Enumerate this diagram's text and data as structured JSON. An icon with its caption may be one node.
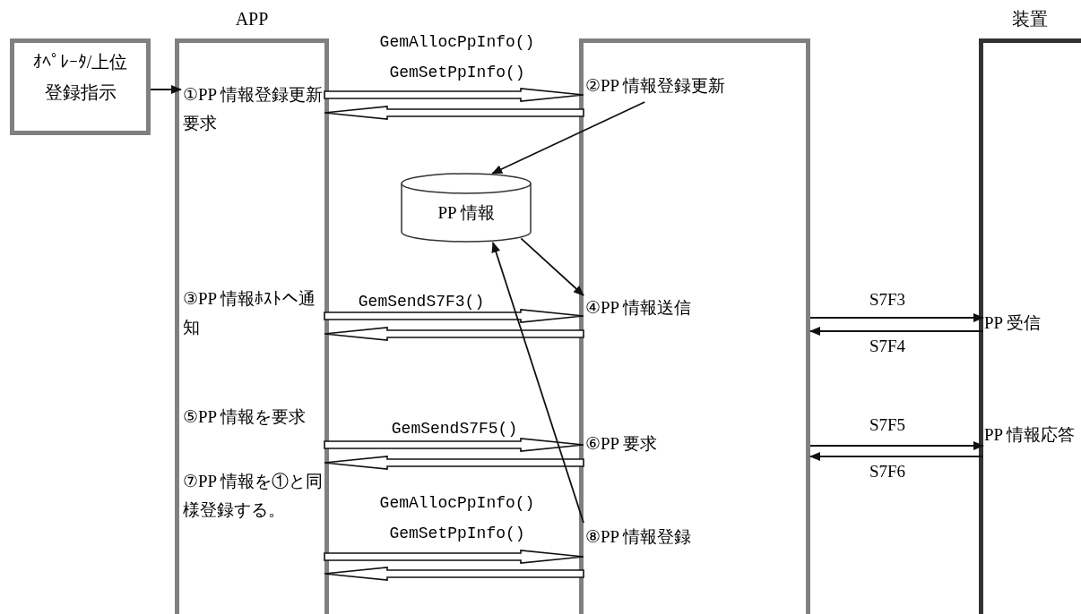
{
  "diagram": {
    "nodes": [
      {
        "text": [
          "ｵﾍﾟﾚｰﾀ/上位登録指示"
        ]
      },
      {
        "text": [
          "APP"
        ]
      },
      {
        "text": [],
        "shape": "box"
      },
      {
        "text": [
          "装置"
        ]
      },
      {
        "text": [
          "①PP 情報登録更新要求"
        ],
        "in": 1
      },
      {
        "text": [
          "②PP 情報登録更新"
        ],
        "in": 2
      },
      {
        "text": [
          "PP 情報"
        ]
      },
      {
        "text": [
          "③PP 情報ﾎｽﾄへ通知"
        ],
        "in": 1
      },
      {
        "text": [
          "④PP 情報送信"
        ],
        "in": 2
      },
      {
        "text": [
          "PP 受信"
        ],
        "in": 3
      },
      {
        "text": [
          "⑤PP 情報を要求"
        ],
        "in": 1
      },
      {
        "text": [
          "⑥PP 要求"
        ],
        "in": 2
      },
      {
        "text": [
          "PP 情報応答"
        ],
        "in": 3
      },
      {
        "text": [
          "⑦PP 情報を①と同様登録する。"
        ],
        "in": 1
      },
      {
        "text": [
          "⑧PP 情報登録"
        ],
        "in": 2
      }
    ],
    "edges": [
      {
        "from": 0,
        "to": 4,
        "arrow": "to"
      },
      {
        "from": 4,
        "to": 5,
        "arrow": "to",
        "label": "GemAllocPpInfo() GemSetPpInfo()",
        "style": "thick"
      },
      {
        "from": 5,
        "to": 4,
        "arrow": "to",
        "style": "thick"
      },
      {
        "from": 5,
        "to": 6,
        "arrow": "to"
      },
      {
        "from": 6,
        "to": 8,
        "arrow": "to"
      },
      {
        "from": 7,
        "to": 8,
        "arrow": "to",
        "label": "GemSendS7F3()",
        "style": "thick"
      },
      {
        "from": 8,
        "to": 7,
        "arrow": "to",
        "style": "thick"
      },
      {
        "from": 2,
        "to": 9,
        "arrow": "to",
        "label": "S7F3"
      },
      {
        "from": 9,
        "to": 2,
        "arrow": "to",
        "label": "S7F4"
      },
      {
        "from": 10,
        "to": 11,
        "arrow": "to",
        "label": "GemSendS7F5()",
        "style": "thick"
      },
      {
        "from": 11,
        "to": 10,
        "arrow": "to",
        "style": "thick"
      },
      {
        "from": 2,
        "to": 12,
        "arrow": "to",
        "label": "S7F5"
      },
      {
        "from": 12,
        "to": 2,
        "arrow": "to",
        "label": "S7F6"
      },
      {
        "from": 14,
        "to": 6,
        "arrow": "to"
      },
      {
        "from": 13,
        "to": 14,
        "arrow": "to",
        "label": "GemAllocPpInfo() GemSetPpInfo()",
        "style": "thick"
      },
      {
        "from": 14,
        "to": 13,
        "arrow": "to",
        "style": "thick"
      }
    ]
  }
}
